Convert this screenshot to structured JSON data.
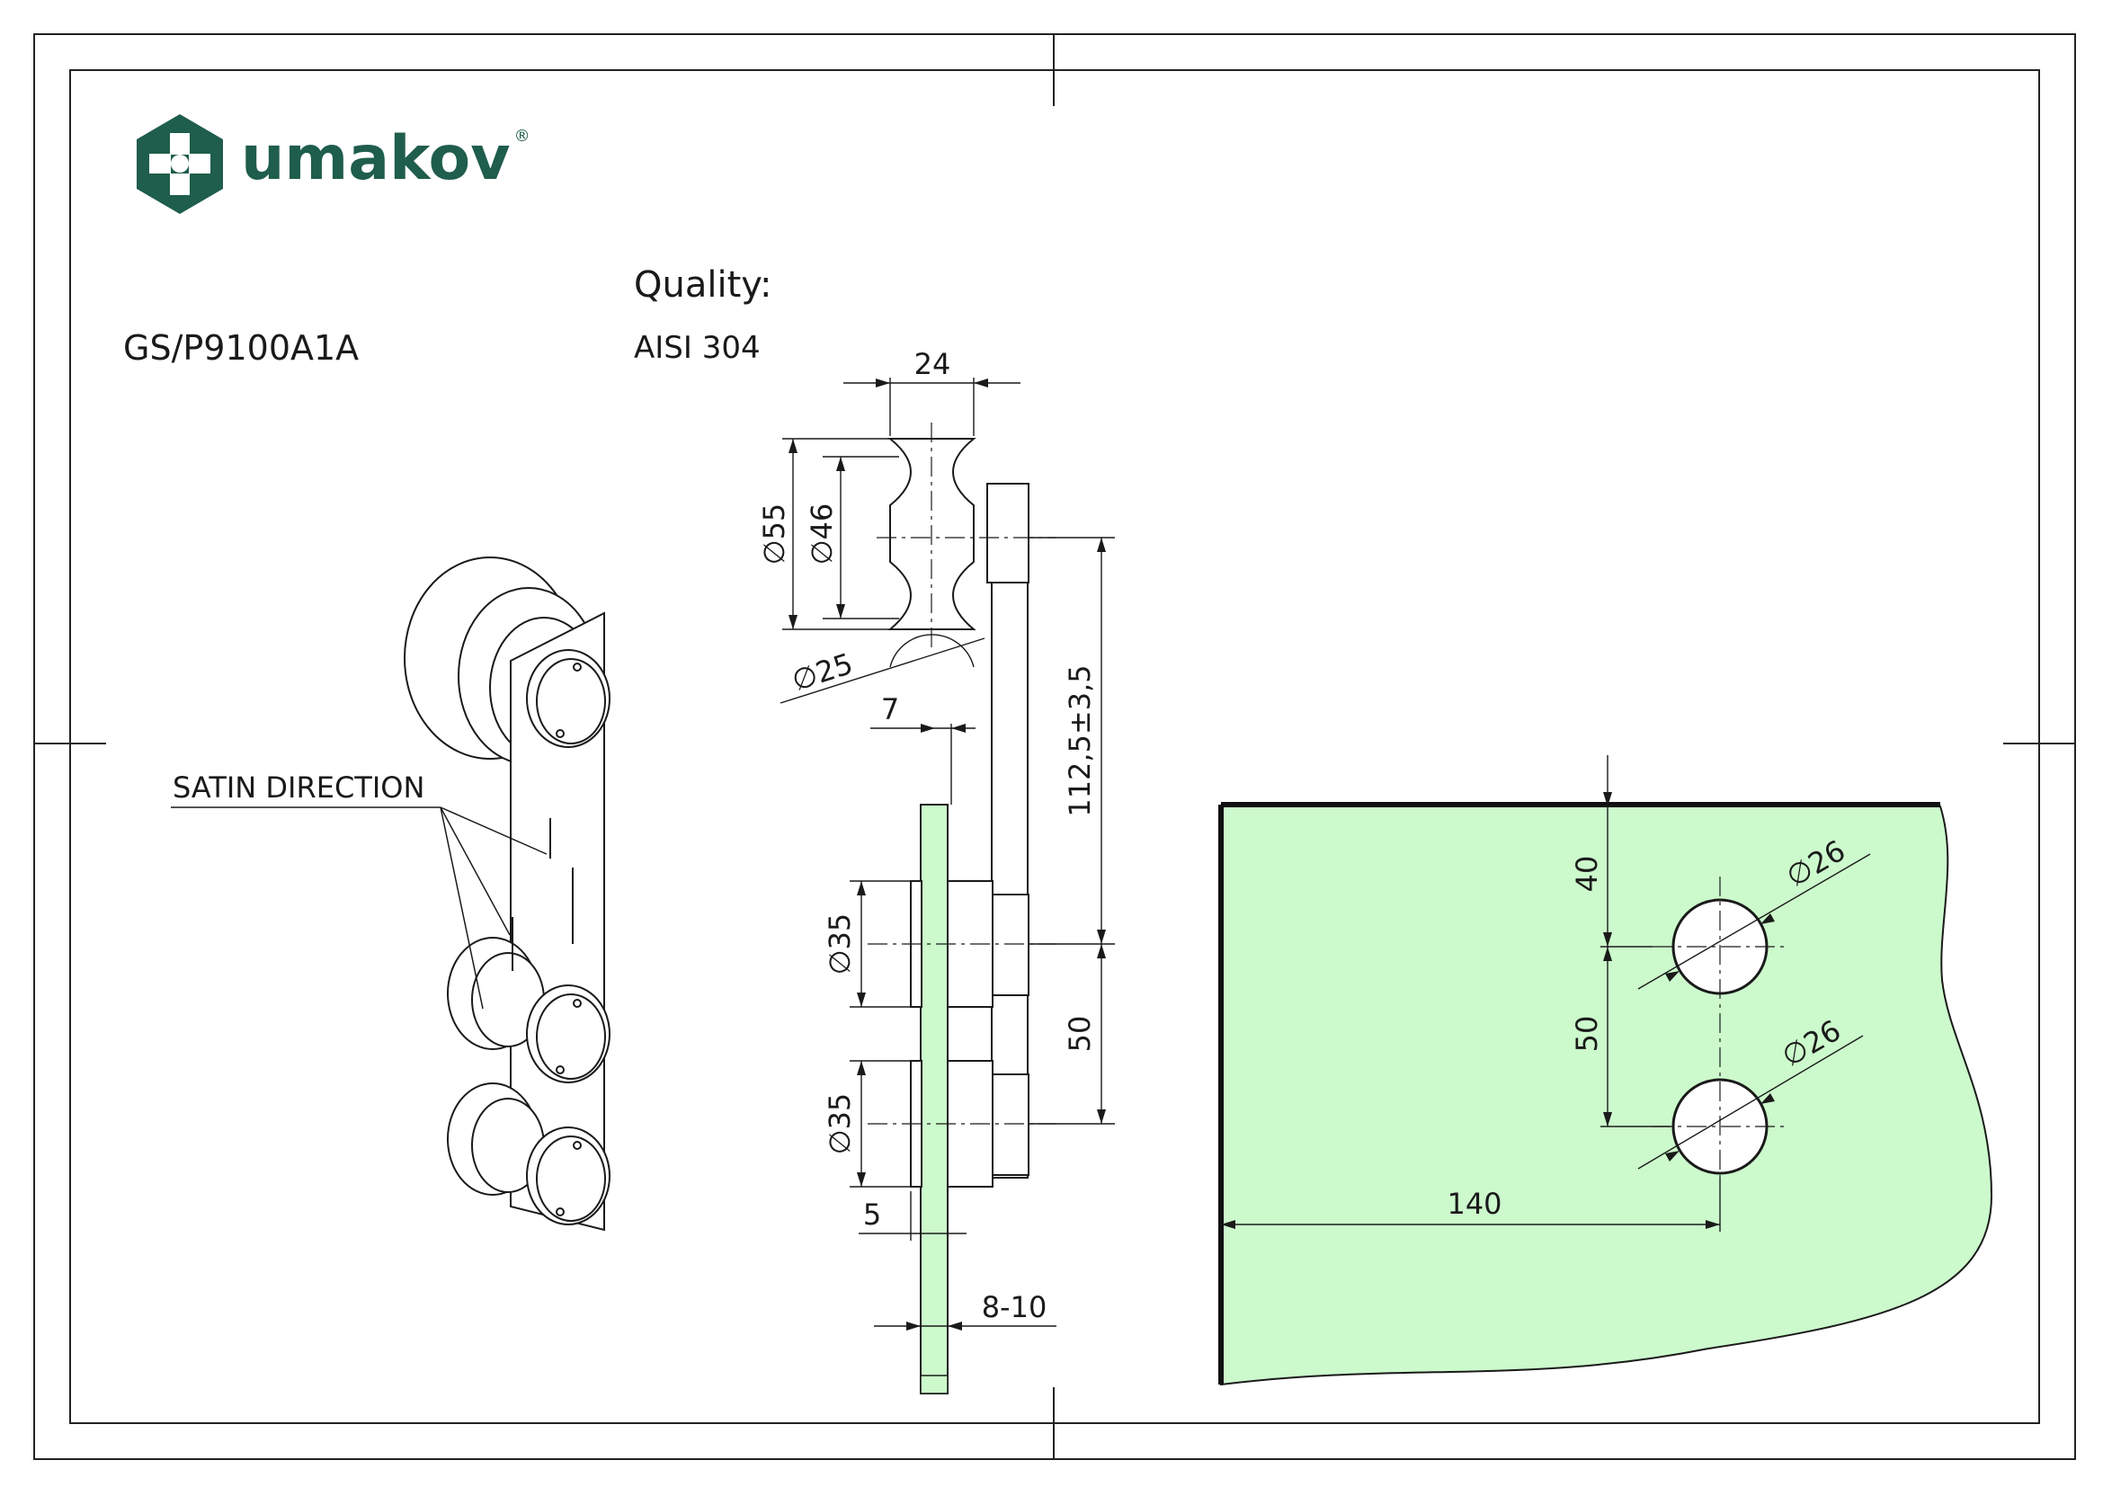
{
  "logo": {
    "brand": "umakov",
    "registered": "®",
    "color": "#1f5d4c"
  },
  "product_code": "GS/P9100A1A",
  "quality": {
    "label": "Quality:",
    "value": "AISI 304"
  },
  "annotations": {
    "satin_direction": "SATIN DIRECTION"
  },
  "dimensions": {
    "width_24": "24",
    "dia_55": "∅55",
    "dia_46": "∅46",
    "dia_25": "∅25",
    "offset_7": "7",
    "center_distance": "112,5±3,5",
    "dia_35_top": "∅35",
    "dia_35_bottom": "∅35",
    "spacing_50": "50",
    "offset_5": "5",
    "glass_thickness": "8-10",
    "edge_40": "40",
    "hole_spacing_50": "50",
    "hole_dia_top": "∅26",
    "hole_dia_bottom": "∅26",
    "edge_140": "140"
  },
  "colors": {
    "glass": "#ccfacc",
    "line": "#1a1a1a",
    "frame": "#222222"
  }
}
